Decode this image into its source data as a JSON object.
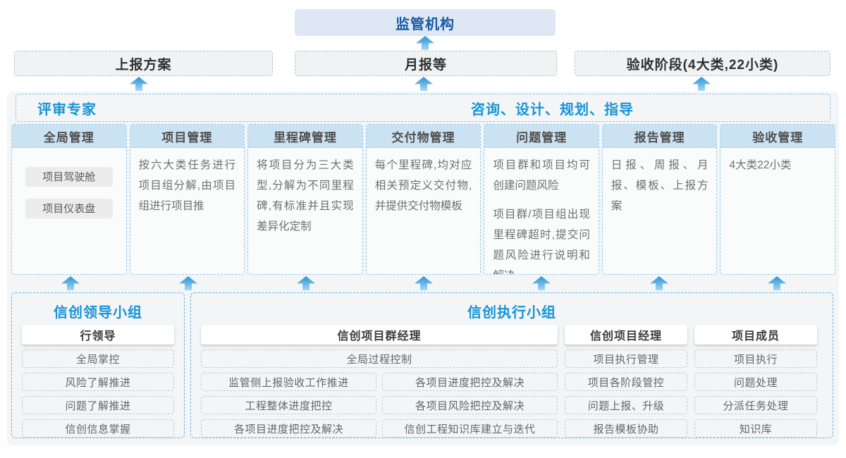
{
  "top": {
    "regulator_label": "监管机构",
    "report_boxes": [
      {
        "label": "上报方案"
      },
      {
        "label": "月报等"
      },
      {
        "label": "验收阶段(4大类,22小类)"
      }
    ]
  },
  "platform": {
    "experts_label": "评审专家",
    "advisory_label": "咨询、设计、规划、指导",
    "columns": [
      {
        "title": "全局管理",
        "pills": [
          "项目驾驶舱",
          "项目仪表盘"
        ]
      },
      {
        "title": "项目管理",
        "paragraphs": [
          "按六大类任务进行项目组分解,由项目组进行项目推"
        ]
      },
      {
        "title": "里程碑管理",
        "paragraphs": [
          "将项目分为三大类型,分解为不同里程碑,有标准并且实现差异化定制"
        ]
      },
      {
        "title": "交付物管理",
        "paragraphs": [
          "每个里程碑,均对应相关预定义交付物,并提供交付物模板"
        ]
      },
      {
        "title": "问题管理",
        "paragraphs": [
          "项目群和项目均可创建问题风险",
          "项目群/项目组出现里程碑超时,提交问题风险进行说明和解决"
        ]
      },
      {
        "title": "报告管理",
        "paragraphs": [
          "日报、周报、月报、模板、上报方案"
        ]
      },
      {
        "title": "验收管理",
        "paragraphs": [
          "4大类22小类"
        ]
      }
    ]
  },
  "bottom": {
    "leadership": {
      "title": "信创领导小组",
      "role": "行领导",
      "items": [
        "全局掌控",
        "风险了解推进",
        "问题了解推进",
        "信创信息掌握"
      ]
    },
    "execution": {
      "title": "信创执行小组",
      "program_manager": {
        "role": "信创项目群经理",
        "full_width_item": "全局过程控制",
        "grid_items": [
          "监管侧上报验收工作推进",
          "各项目进度把控及解决",
          "工程整体进度把控",
          "各项目风险把控及解决",
          "各项目进度把控及解决",
          "信创工程知识库建立与迭代"
        ]
      },
      "project_manager": {
        "role": "信创项目经理",
        "items": [
          "项目执行管理",
          "项目各阶段管控",
          "问题上报、升级",
          "报告模板协助"
        ]
      },
      "members": {
        "role": "项目成员",
        "items": [
          "项目执行",
          "问题处理",
          "分派任务处理",
          "知识库"
        ]
      }
    }
  },
  "colors": {
    "accent_blue": "#1794d6",
    "dark_blue": "#1b5aa5",
    "regulator_bg": "#dde8f4",
    "column_header_bg": "#cbe2f2",
    "dashed_blue_border": "#62b4e4",
    "container_bg": "#f3f5f6"
  }
}
